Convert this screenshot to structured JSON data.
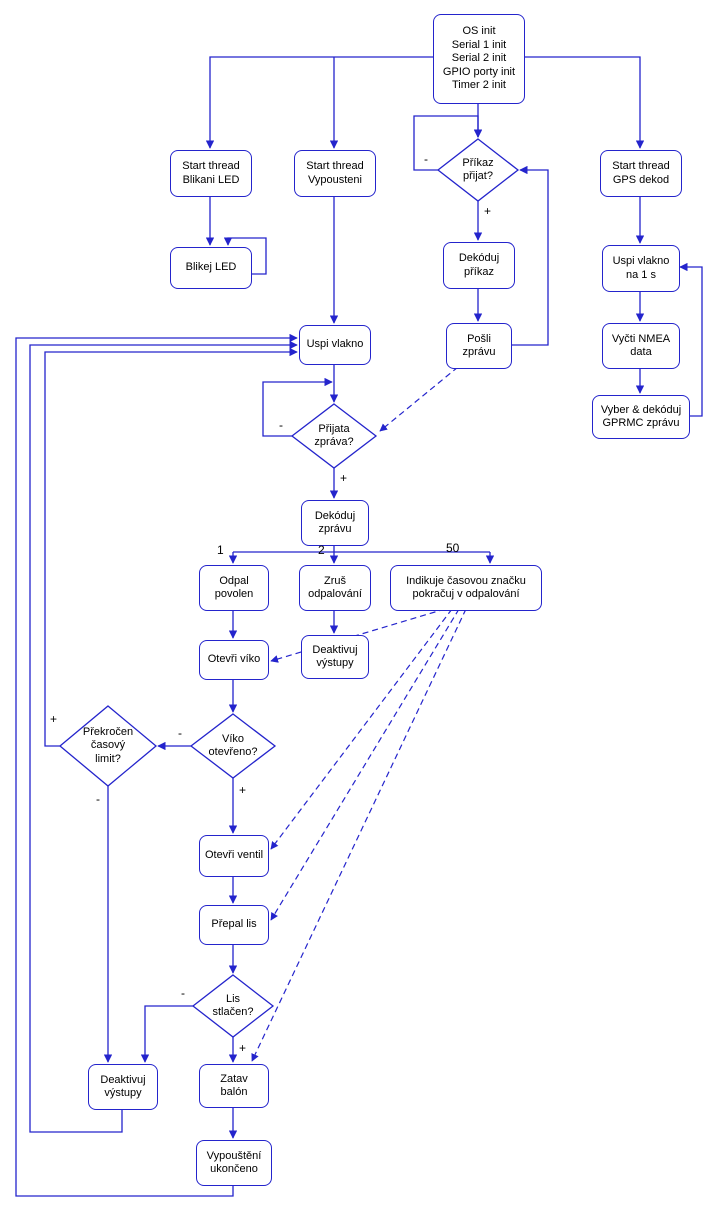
{
  "diagram": {
    "type": "flowchart",
    "colors": {
      "line": "#2424cc",
      "text": "#000000",
      "background": "#ffffff"
    },
    "nodes": {
      "os_init": "OS init\nSerial 1 init\nSerial 2 init\nGPIO porty init\nTimer 2 init",
      "start_blikani": "Start thread\nBlikani LED",
      "start_vypousteni": "Start thread\nVypousteni",
      "prikaz_prijat": "Příkaz\npřijat?",
      "start_gps": "Start thread\nGPS dekod",
      "blikej_led": "Blikej LED",
      "dekoduj_prikaz": "Dekóduj\npříkaz",
      "uspi_na_1s": "Uspi vlakno\nna 1 s",
      "uspi_vlakno": "Uspi vlakno",
      "posli_zpravu": "Pošli\nzprávu",
      "vycti_nmea": "Vyčti NMEA\ndata",
      "vyber_gprmc": "Vyber & dekóduj\nGPRMC zprávu",
      "prijata_zprava": "Přijata\nzpráva?",
      "dekoduj_zpravu": "Dekóduj\nzprávu",
      "odpal_povolen": "Odpal\npovolen",
      "zrus_odpalovani": "Zruš\nodpalování",
      "indikuje": "Indikuje časovou značku\npokračuj v odpalování",
      "otevri_viko": "Otevři víko",
      "deaktivuj_mid": "Deaktivuj\nvýstupy",
      "viko_otevreno": "Víko\notevřeno?",
      "prekrocen_limit": "Překročen\nčasový\nlimit?",
      "otevri_ventil": "Otevři ventil",
      "prepal_lis": "Přepal lis",
      "lis_stlacen": "Lis\nstlačen?",
      "deaktivuj_bot": "Deaktivuj\nvýstupy",
      "zatav_balon": "Zatav\nbalón",
      "vypousteni_ukonceno": "Vypouštění\nukončeno"
    },
    "edge_labels": {
      "prikaz_minus": "-",
      "prikaz_plus": "+",
      "prijata_minus": "-",
      "prijata_plus": "+",
      "branch_1": "1",
      "branch_2": "2",
      "branch_50": "50",
      "viko_minus": "-",
      "viko_plus": "+",
      "prekrocen_plus": "+",
      "prekrocen_minus": "-",
      "lis_minus": "-",
      "lis_plus": "+"
    }
  }
}
